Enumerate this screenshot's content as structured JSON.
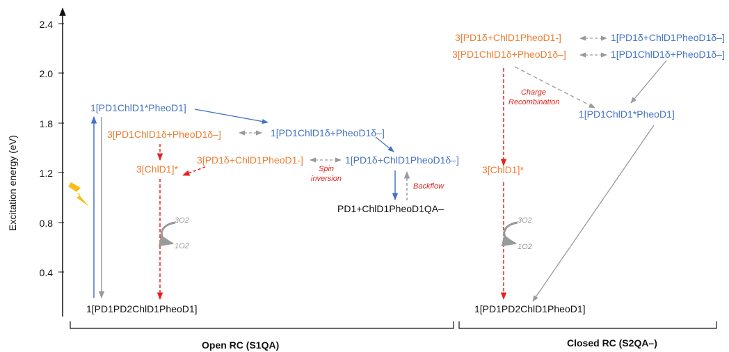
{
  "axis": {
    "ylabel": "Excitation energy (eV)",
    "ticks": [
      "2.4",
      "2.0",
      "1.8",
      "1.2",
      "0.8",
      "0.4"
    ]
  },
  "states": {
    "s1_singlet_excited": "1[PD1ChlD1*PheoD1]",
    "s1_triplet_chl_pheo": "3[PD1ChlD1δ+PheoD1δ–]",
    "s1_singlet_chl_pheo": "1[PD1ChlD1δ+PheoD1δ–]",
    "s1_triplet_pd1_chl": "3[PD1δ+ChlD1PheoD1-]",
    "s1_singlet_pd1_chl": "1[PD1δ+ChlD1PheoD1δ–]",
    "s1_triplet_chl": "3[ChlD1]*",
    "s1_radical_pair": "PD1+ChlD1PheoD1QA–",
    "s1_ground": "1[PD1PD2ChlD1PheoD1]",
    "s2_triplet_pd1_chl": "3[PD1δ+ChlD1PheoD1-]",
    "s2_triplet_chl_pheo": "3[PD1ChlD1δ+PheoD1δ–]",
    "s2_singlet_pd1_chl": "1[PD1δ+ChlD1PheoD1δ–]",
    "s2_singlet_chl_pheo": "1[PD1ChlD1δ+PheoD1δ–]",
    "s2_singlet_excited": "1[PD1ChlD1*PheoD1]",
    "s2_triplet_chl": "3[ChlD1]*",
    "s2_ground": "1[PD1PD2ChlD1PheoD1]"
  },
  "annotations": {
    "spin_inversion": "Spin inversion",
    "backflow": "Backflow",
    "charge_recombination": "Charge Recombination",
    "o2_triplet": "3O2",
    "o2_singlet": "1O2"
  },
  "sections": {
    "open": "Open RC (S1QA)",
    "closed": "Closed RC (S2QA–)"
  },
  "colors": {
    "singlet": "#4472c4",
    "triplet": "#ed7d31",
    "recombination": "#e8221c",
    "equilibrium": "#9a9a9a",
    "axis": "#111111"
  }
}
